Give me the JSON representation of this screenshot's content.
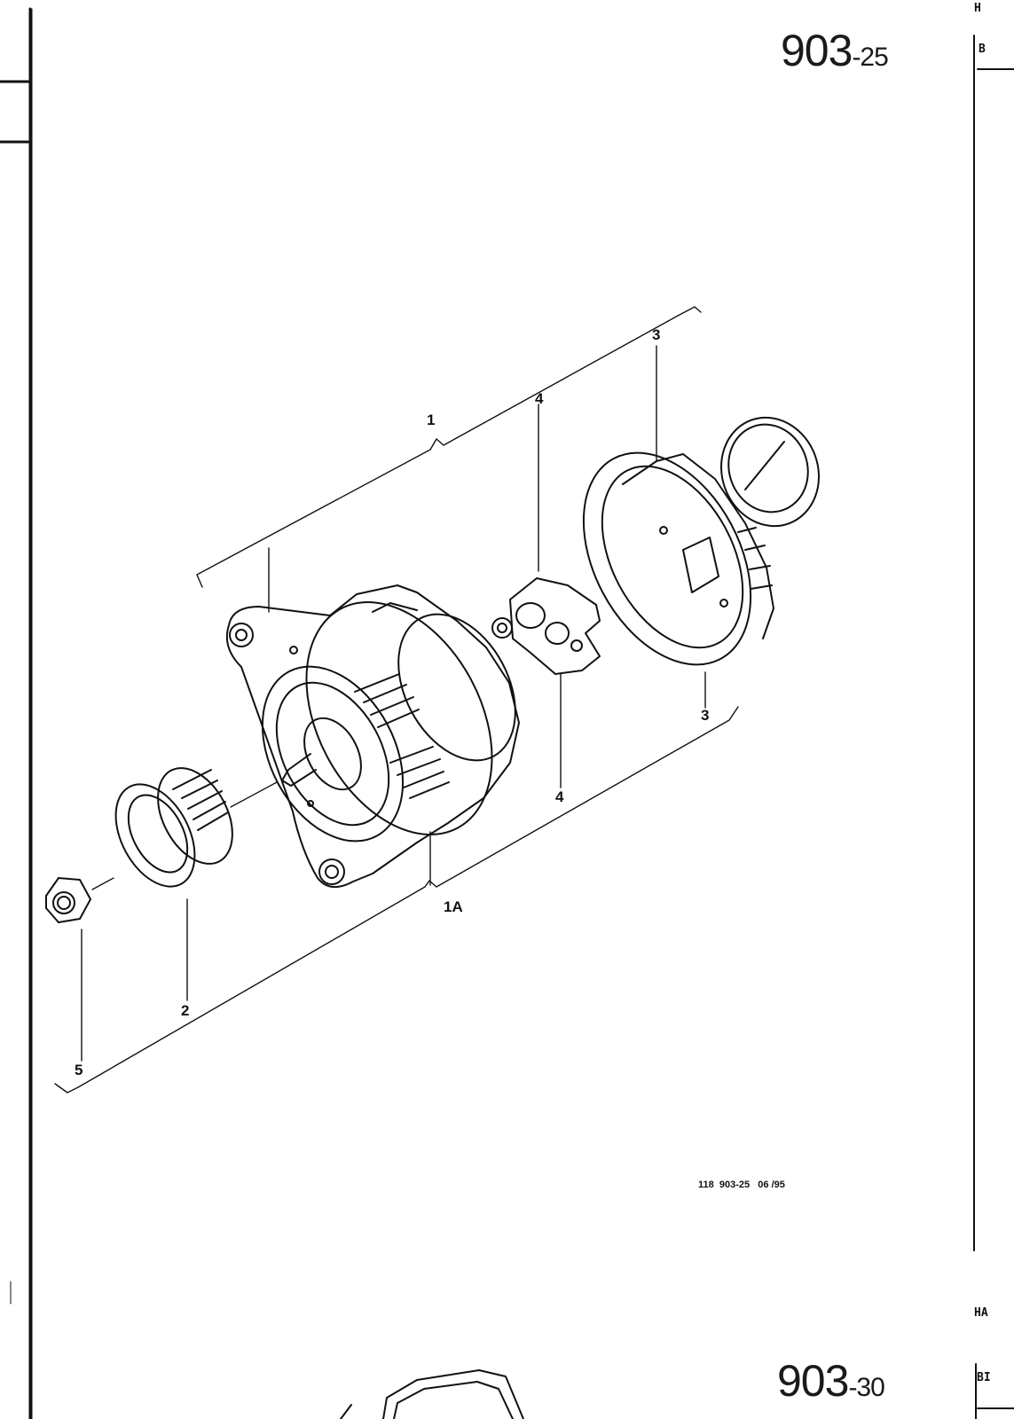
{
  "top_section": {
    "main": "903",
    "sub": "-25"
  },
  "bottom_section": {
    "main": "903",
    "sub": "-30"
  },
  "right_margin_codes": [
    "H",
    "B",
    "HA",
    "BI"
  ],
  "callouts": [
    "1",
    "1A",
    "2",
    "3",
    "3",
    "4",
    "4",
    "5"
  ],
  "footer_code": "118  903-25   06 /95"
}
